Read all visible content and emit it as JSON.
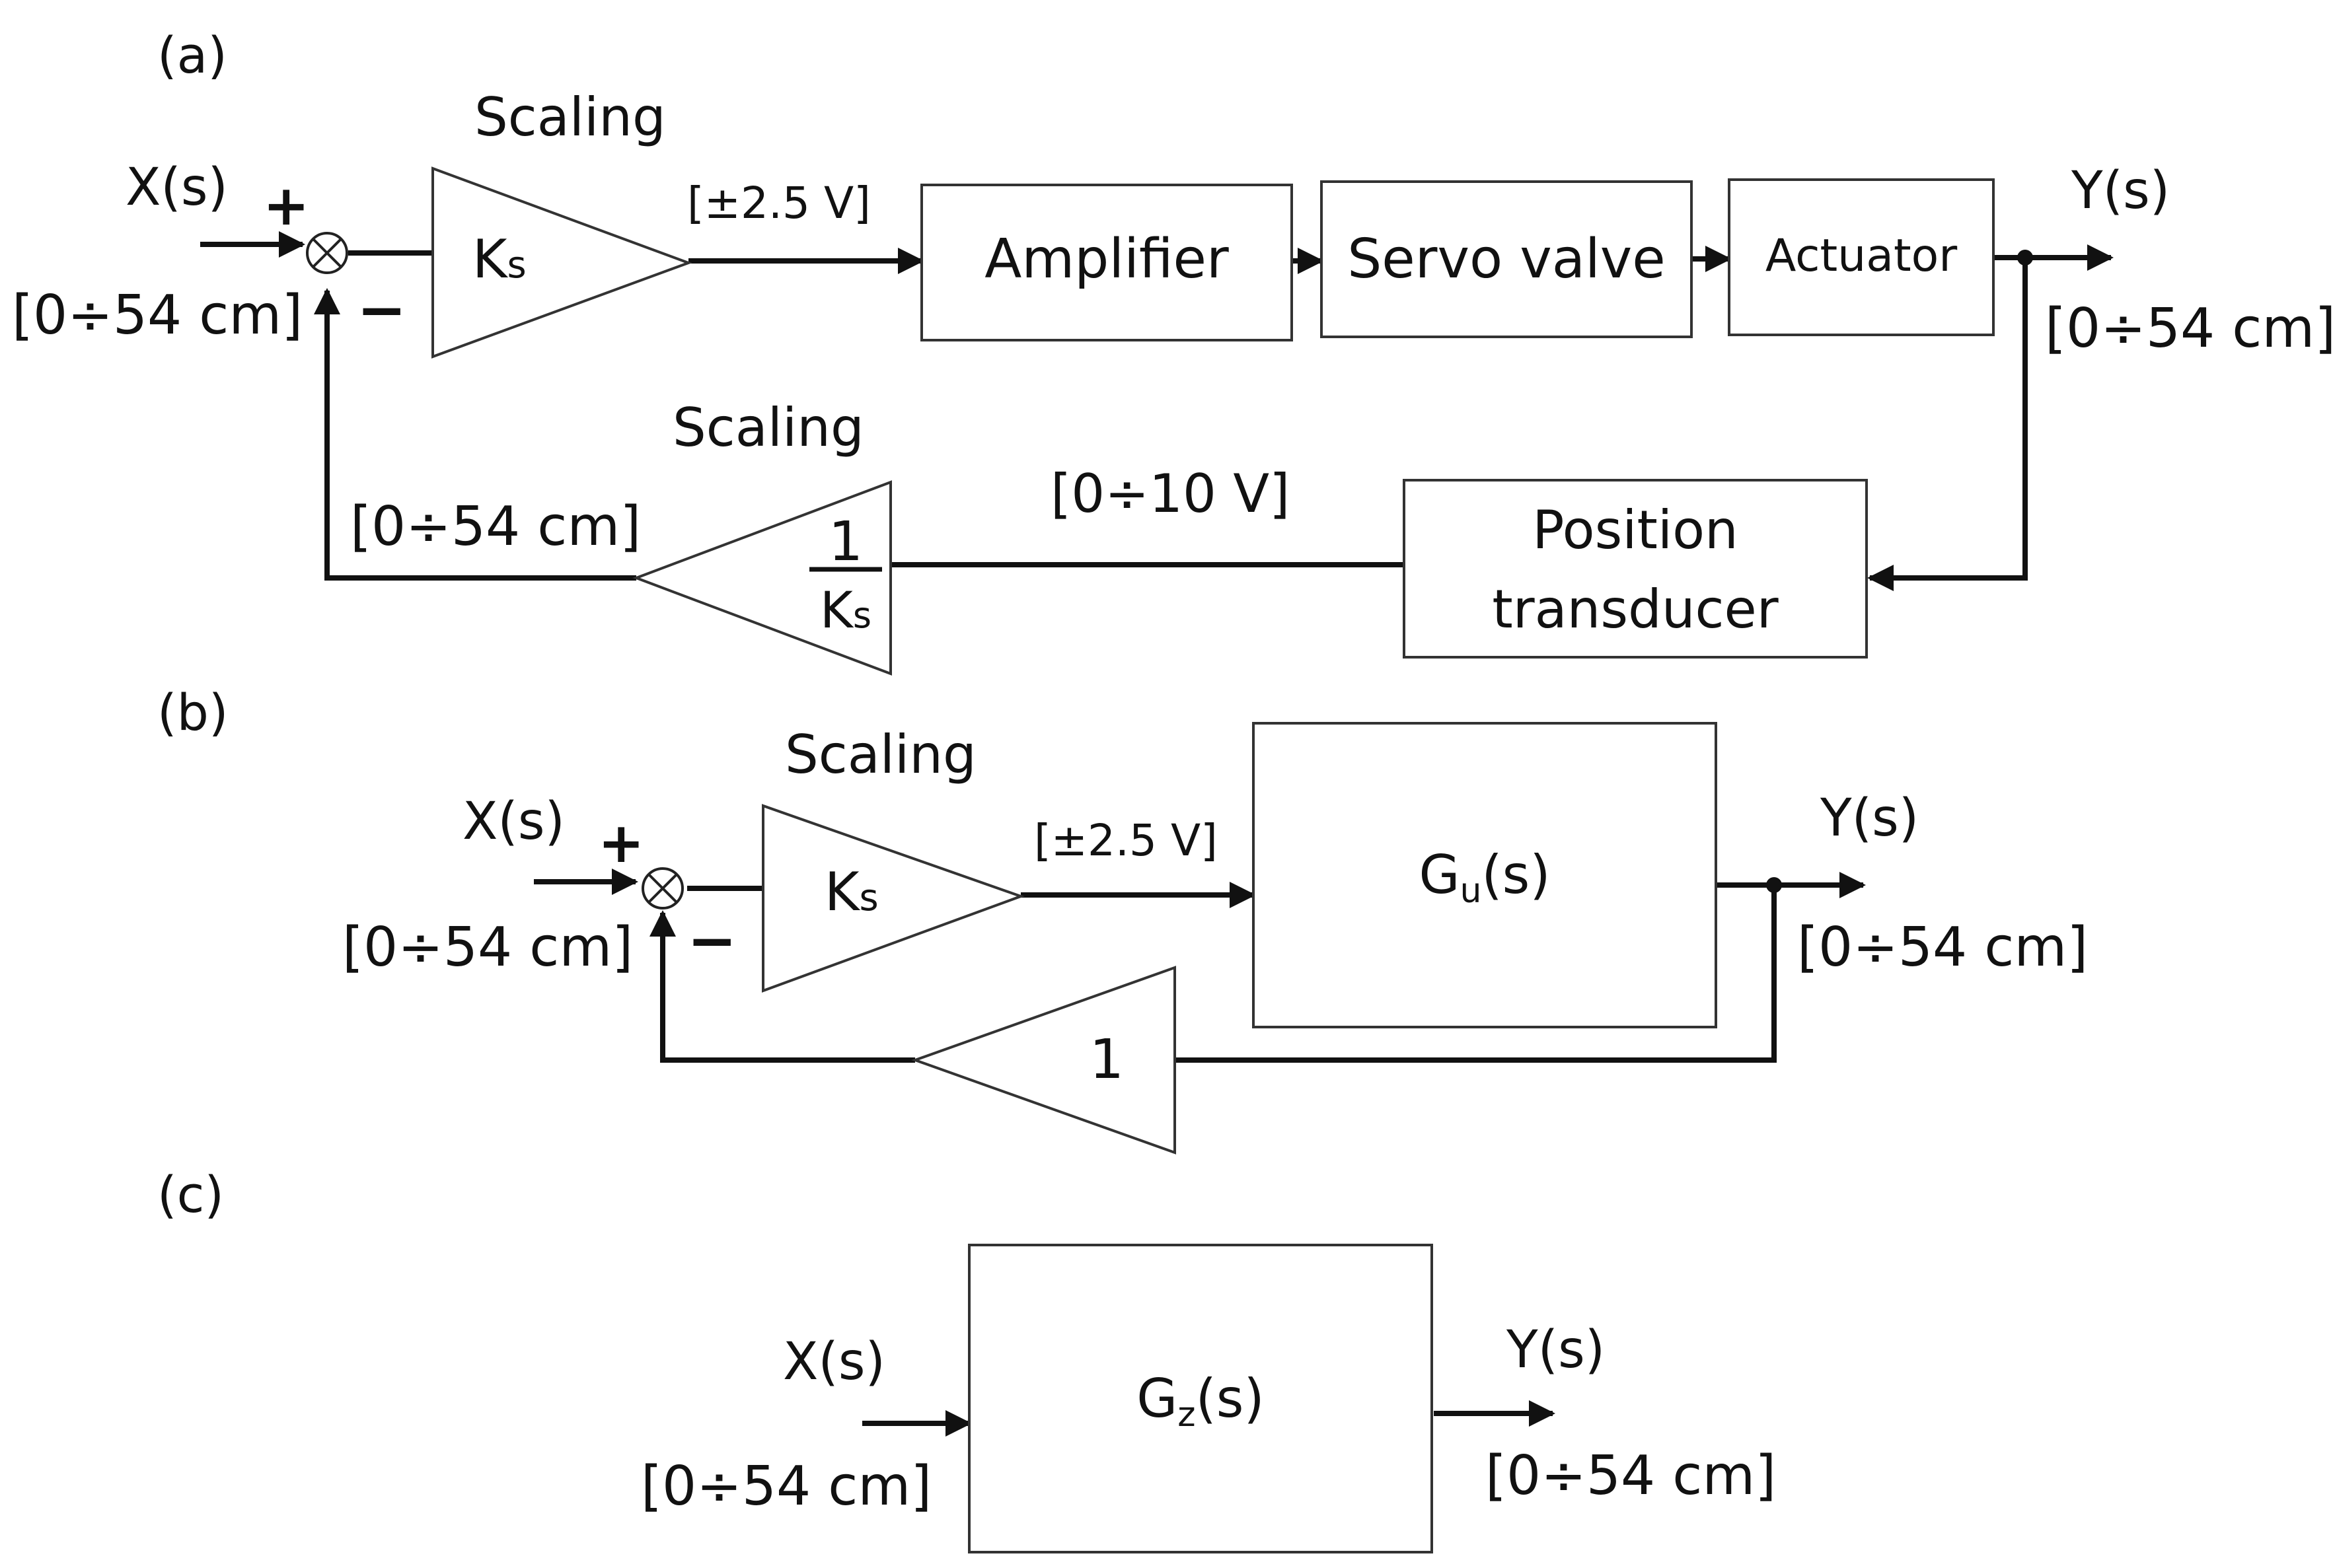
{
  "panels": {
    "a": {
      "tag": "(a)",
      "input": "X(s)",
      "input_range": "[0÷54 cm]",
      "plus": "+",
      "minus": "−",
      "scaling_top": "Scaling",
      "gain_top": "K",
      "gain_top_sub": "s",
      "voltage_out": "[±2.5 V]",
      "amplifier": "Amplifier",
      "servo_valve": "Servo valve",
      "actuator": "Actuator",
      "output": "Y(s)",
      "output_range": "[0÷54 cm]",
      "scaling_bottom": "Scaling",
      "feedback_range": "[0÷54 cm]",
      "gain_bottom_num": "1",
      "gain_bottom_den": "K",
      "gain_bottom_den_sub": "s",
      "transducer_voltage": "[0÷10 V]",
      "transducer_line1": "Position",
      "transducer_line2": "transducer"
    },
    "b": {
      "tag": "(b)",
      "input": "X(s)",
      "input_range": "[0÷54 cm]",
      "plus": "+",
      "minus": "−",
      "scaling": "Scaling",
      "gain": "K",
      "gain_sub": "s",
      "voltage_out": "[±2.5 V]",
      "plant": "G",
      "plant_sub": "u",
      "plant_arg": "(s)",
      "output": "Y(s)",
      "output_range": "[0÷54 cm]",
      "feedback_gain": "1"
    },
    "c": {
      "tag": "(c)",
      "input": "X(s)",
      "input_range": "[0÷54 cm]",
      "plant": "G",
      "plant_sub": "z",
      "plant_arg": "(s)",
      "output": "Y(s)",
      "output_range": "[0÷54 cm]"
    }
  }
}
